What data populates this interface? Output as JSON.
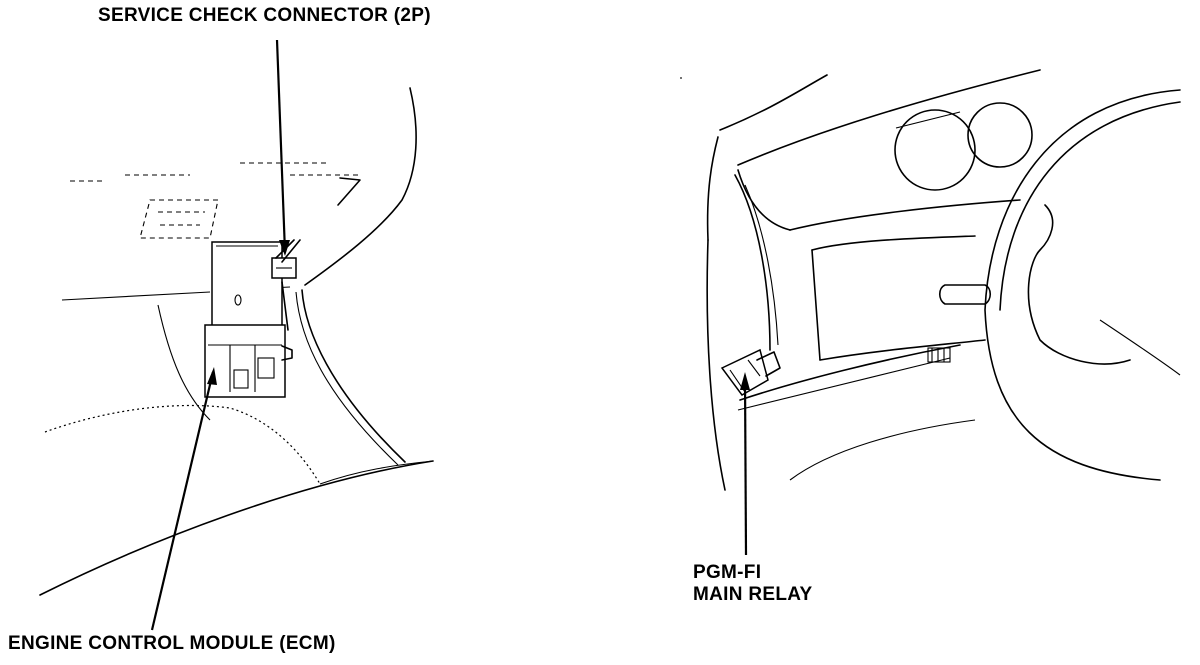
{
  "labels": {
    "service_check_connector": "SERVICE CHECK CONNECTOR (2P)",
    "engine_control_module": "ENGINE CONTROL MODULE (ECM)",
    "relay_line1": "PGM-FI",
    "relay_line2": "MAIN RELAY"
  },
  "colors": {
    "ink": "#000000",
    "background": "#ffffff"
  }
}
